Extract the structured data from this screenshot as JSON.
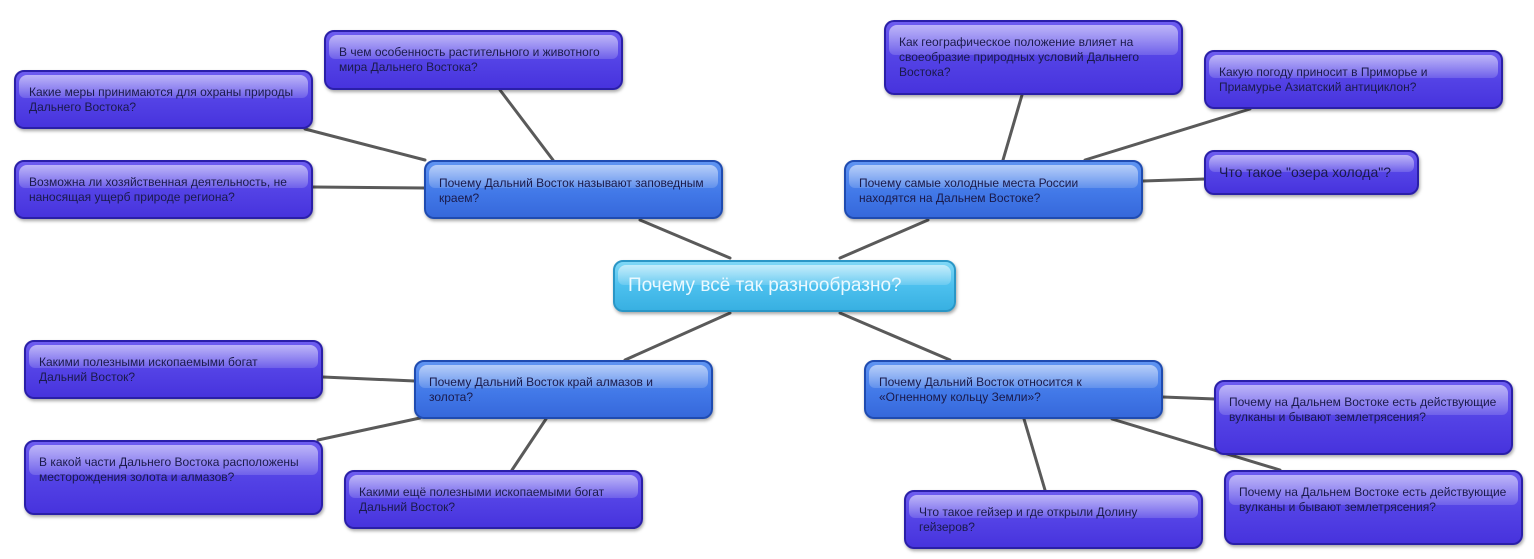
{
  "mindmap": {
    "root": {
      "label": "Почему всё так разнообразно?"
    },
    "branches": [
      {
        "label": "Почему Дальний Восток называют заповедным краем?",
        "children": [
          "В чем особенность растительного и животного мира Дальнего Востока?",
          "Какие меры принимаются для охраны природы Дальнего Востока?",
          "Возможна ли хозяйственная деятельность, не наносящая ущерб природе региона?"
        ]
      },
      {
        "label": "Почему самые холодные места России находятся на Дальнем Востоке?",
        "children": [
          "Как географическое положение влияет на своеобразие природных условий Дальнего Востока?",
          "Какую погоду приносит в Приморье и Приамурье Азиатский антициклон?",
          "Что такое \"озера холода\"?"
        ]
      },
      {
        "label": "Почему Дальний Восток край алмазов и золота?",
        "children": [
          "Какими полезными ископаемыми богат Дальний Восток?",
          "В какой части Дальнего Востока расположены месторождения золота и алмазов?",
          "Какими ещё полезными ископаемыми богат Дальний Восток?"
        ]
      },
      {
        "label": "Почему Дальний Восток относится к «Огненному кольцу Земли»?",
        "children": [
          "Почему на Дальнем Востоке есть действующие вулканы и бывают землетрясения?",
          "Почему на Дальнем Востоке есть действующие вулканы и бывают землетрясения?",
          "Что такое гейзер и где открыли Долину гейзеров?"
        ]
      }
    ]
  },
  "colors": {
    "root": "#4cc0ee",
    "branch": "#4279e8",
    "leaf": "#5443e6",
    "connector": "#5a5a5a"
  }
}
